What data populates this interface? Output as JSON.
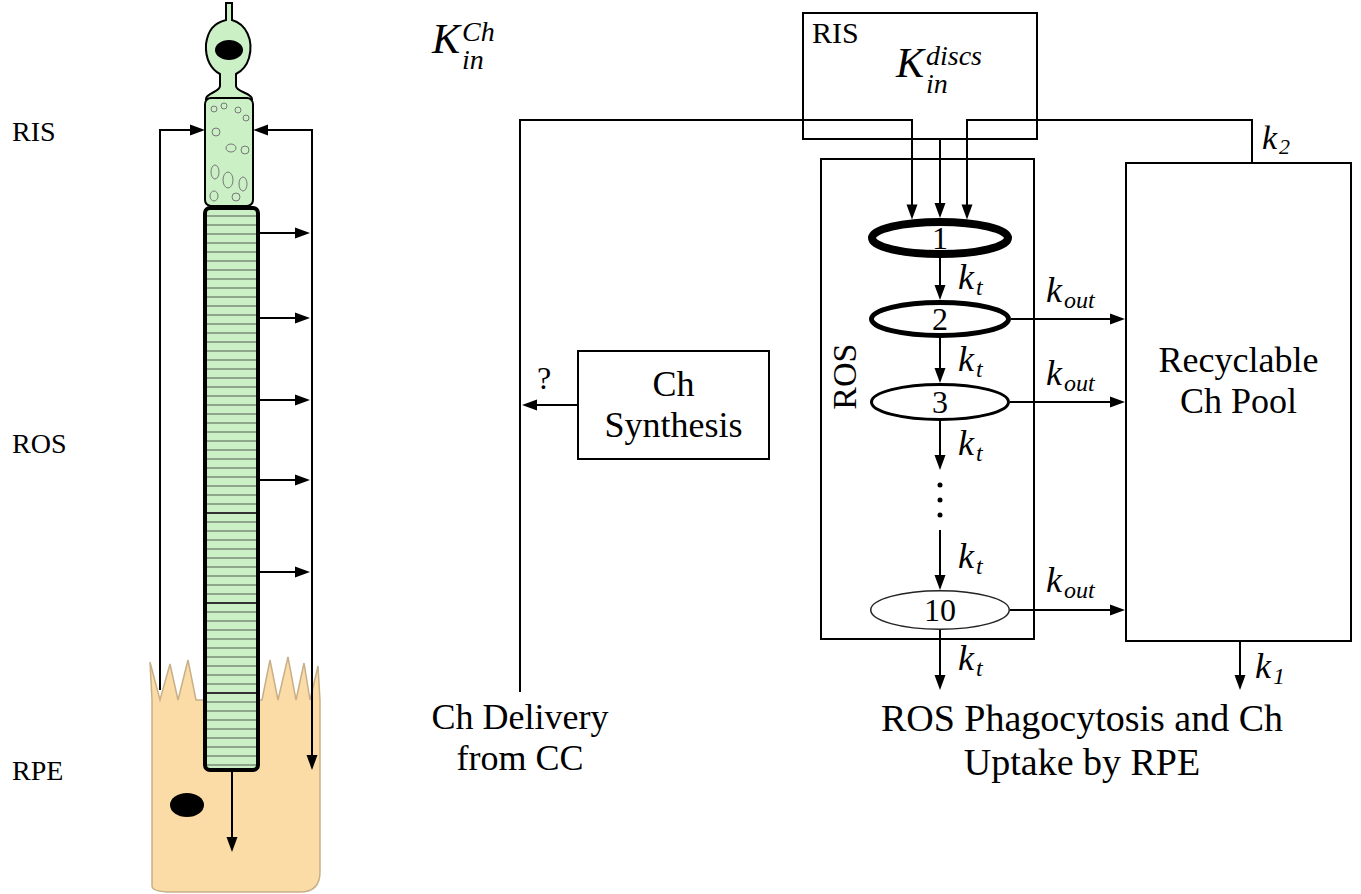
{
  "diagram": {
    "nodes": [
      {
        "text": [
          "RIS",
          "K",
          "in",
          "discs"
        ]
      },
      {
        "text": [
          "ROS"
        ]
      },
      {
        "text": [
          "1"
        ],
        "in": 1
      },
      {
        "text": [
          "2"
        ],
        "in": 1
      },
      {
        "text": [
          "3"
        ],
        "in": 1
      },
      {
        "text": [
          "10"
        ],
        "in": 1
      },
      {
        "text": [
          "Ch Synthesis"
        ]
      },
      {
        "text": [
          "Recyclable Ch Pool"
        ]
      }
    ],
    "edges": [
      {
        "from": 0,
        "to": 2,
        "arrow": "to"
      },
      {
        "from": 7,
        "to": 2,
        "arrow": "to"
      },
      {
        "from": 2,
        "to": 3,
        "arrow": "to"
      },
      {
        "from": 3,
        "to": 4,
        "arrow": "to"
      },
      {
        "from": 4,
        "to": 5,
        "arrow": "to"
      },
      {
        "from": 3,
        "to": 7,
        "arrow": "to"
      },
      {
        "from": 4,
        "to": 7,
        "arrow": "to"
      },
      {
        "from": 5,
        "to": 7,
        "arrow": "to"
      }
    ],
    "labels": [
      "RIS",
      "ROS",
      "RPE",
      "K",
      "in",
      "Ch",
      "k",
      "2",
      "?",
      "k",
      "t",
      "k",
      "out",
      "k",
      "t",
      "k",
      "out",
      "k",
      "t",
      "k",
      "t",
      "k",
      "out",
      "k",
      "t",
      "k",
      "1",
      "Ch Delivery from CC",
      "ROS Phagocytosis and Ch Uptake by RPE"
    ]
  }
}
